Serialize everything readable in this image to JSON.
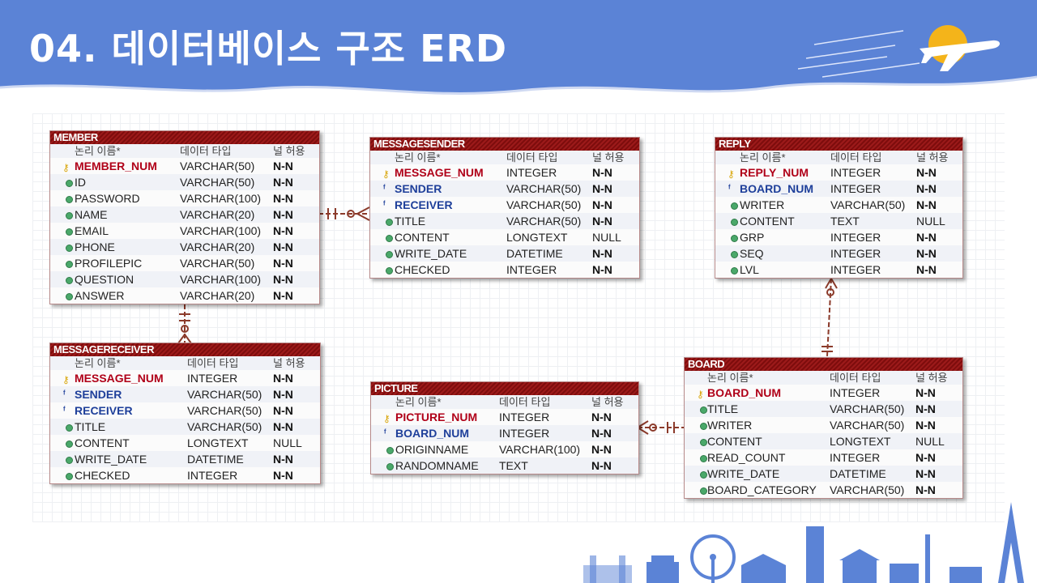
{
  "slide": {
    "title": "04. 데이터베이스 구조 ERD"
  },
  "colors": {
    "header_blue": "#5b83d6",
    "entity_title": "#8b1212",
    "pk_text": "#b00018",
    "fk_text": "#1e3f9a",
    "relation_line": "#8b3a2a"
  },
  "column_headers": {
    "logical_name": "논리 이름*",
    "data_type": "데이터 타입",
    "nullable": "널 허용"
  },
  "entities": {
    "member": {
      "name": "MEMBER",
      "rows": [
        {
          "name": "MEMBER_NUM",
          "type": "VARCHAR(50)",
          "null": "N-N",
          "kind": "pk"
        },
        {
          "name": "ID",
          "type": "VARCHAR(50)",
          "null": "N-N",
          "kind": "col"
        },
        {
          "name": "PASSWORD",
          "type": "VARCHAR(100)",
          "null": "N-N",
          "kind": "col"
        },
        {
          "name": "NAME",
          "type": "VARCHAR(20)",
          "null": "N-N",
          "kind": "col"
        },
        {
          "name": "EMAIL",
          "type": "VARCHAR(100)",
          "null": "N-N",
          "kind": "col"
        },
        {
          "name": "PHONE",
          "type": "VARCHAR(20)",
          "null": "N-N",
          "kind": "col"
        },
        {
          "name": "PROFILEPIC",
          "type": "VARCHAR(50)",
          "null": "N-N",
          "kind": "col"
        },
        {
          "name": "QUESTION",
          "type": "VARCHAR(100)",
          "null": "N-N",
          "kind": "col"
        },
        {
          "name": "ANSWER",
          "type": "VARCHAR(20)",
          "null": "N-N",
          "kind": "col"
        }
      ]
    },
    "messagesender": {
      "name": "MESSAGESENDER",
      "rows": [
        {
          "name": "MESSAGE_NUM",
          "type": "INTEGER",
          "null": "N-N",
          "kind": "pk"
        },
        {
          "name": "SENDER",
          "type": "VARCHAR(50)",
          "null": "N-N",
          "kind": "fk"
        },
        {
          "name": "RECEIVER",
          "type": "VARCHAR(50)",
          "null": "N-N",
          "kind": "fk"
        },
        {
          "name": "TITLE",
          "type": "VARCHAR(50)",
          "null": "N-N",
          "kind": "col"
        },
        {
          "name": "CONTENT",
          "type": "LONGTEXT",
          "null": "NULL",
          "kind": "col"
        },
        {
          "name": "WRITE_DATE",
          "type": "DATETIME",
          "null": "N-N",
          "kind": "col"
        },
        {
          "name": "CHECKED",
          "type": "INTEGER",
          "null": "N-N",
          "kind": "col"
        }
      ]
    },
    "reply": {
      "name": "REPLY",
      "rows": [
        {
          "name": "REPLY_NUM",
          "type": "INTEGER",
          "null": "N-N",
          "kind": "pk"
        },
        {
          "name": "BOARD_NUM",
          "type": "INTEGER",
          "null": "N-N",
          "kind": "fk"
        },
        {
          "name": "WRITER",
          "type": "VARCHAR(50)",
          "null": "N-N",
          "kind": "col"
        },
        {
          "name": "CONTENT",
          "type": "TEXT",
          "null": "NULL",
          "kind": "col"
        },
        {
          "name": "GRP",
          "type": "INTEGER",
          "null": "N-N",
          "kind": "col"
        },
        {
          "name": "SEQ",
          "type": "INTEGER",
          "null": "N-N",
          "kind": "col"
        },
        {
          "name": "LVL",
          "type": "INTEGER",
          "null": "N-N",
          "kind": "col"
        }
      ]
    },
    "messagereceiver": {
      "name": "MESSAGERECEIVER",
      "rows": [
        {
          "name": "MESSAGE_NUM",
          "type": "INTEGER",
          "null": "N-N",
          "kind": "pk"
        },
        {
          "name": "SENDER",
          "type": "VARCHAR(50)",
          "null": "N-N",
          "kind": "fk"
        },
        {
          "name": "RECEIVER",
          "type": "VARCHAR(50)",
          "null": "N-N",
          "kind": "fk"
        },
        {
          "name": "TITLE",
          "type": "VARCHAR(50)",
          "null": "N-N",
          "kind": "col"
        },
        {
          "name": "CONTENT",
          "type": "LONGTEXT",
          "null": "NULL",
          "kind": "col"
        },
        {
          "name": "WRITE_DATE",
          "type": "DATETIME",
          "null": "N-N",
          "kind": "col"
        },
        {
          "name": "CHECKED",
          "type": "INTEGER",
          "null": "N-N",
          "kind": "col"
        }
      ]
    },
    "picture": {
      "name": "PICTURE",
      "rows": [
        {
          "name": "PICTURE_NUM",
          "type": "INTEGER",
          "null": "N-N",
          "kind": "pk"
        },
        {
          "name": "BOARD_NUM",
          "type": "INTEGER",
          "null": "N-N",
          "kind": "fk"
        },
        {
          "name": "ORIGINNAME",
          "type": "VARCHAR(100)",
          "null": "N-N",
          "kind": "col"
        },
        {
          "name": "RANDOMNAME",
          "type": "TEXT",
          "null": "N-N",
          "kind": "col"
        }
      ]
    },
    "board": {
      "name": "BOARD",
      "rows": [
        {
          "name": "BOARD_NUM",
          "type": "INTEGER",
          "null": "N-N",
          "kind": "pk"
        },
        {
          "name": "TITLE",
          "type": "VARCHAR(50)",
          "null": "N-N",
          "kind": "col"
        },
        {
          "name": "WRITER",
          "type": "VARCHAR(50)",
          "null": "N-N",
          "kind": "col"
        },
        {
          "name": "CONTENT",
          "type": "LONGTEXT",
          "null": "NULL",
          "kind": "col"
        },
        {
          "name": "READ_COUNT",
          "type": "INTEGER",
          "null": "N-N",
          "kind": "col"
        },
        {
          "name": "WRITE_DATE",
          "type": "DATETIME",
          "null": "N-N",
          "kind": "col"
        },
        {
          "name": "BOARD_CATEGORY",
          "type": "VARCHAR(50)",
          "null": "N-N",
          "kind": "col"
        }
      ]
    }
  }
}
